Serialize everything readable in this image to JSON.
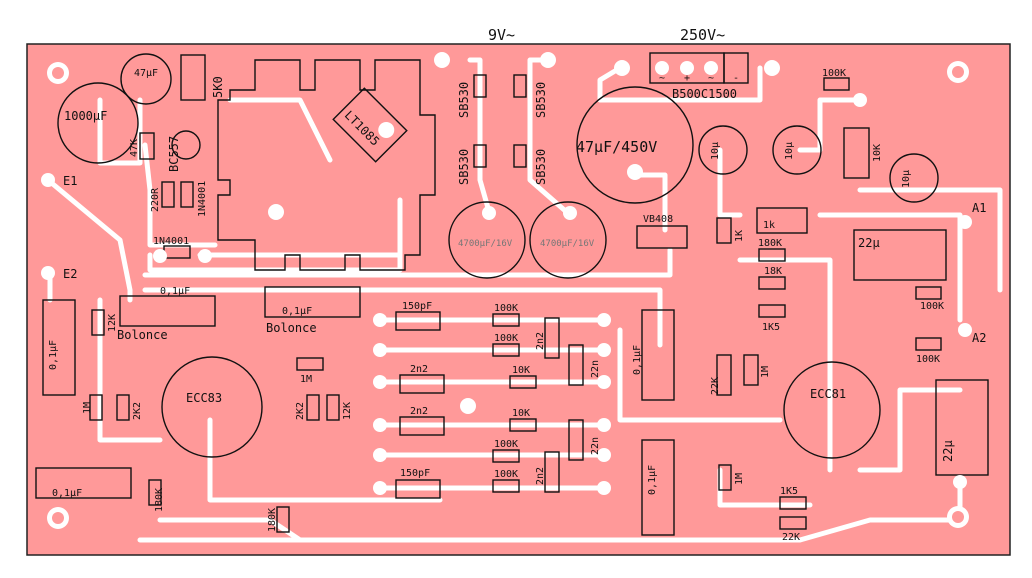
{
  "title_labels": {
    "supply_9v": "9V~",
    "supply_250v": "250V~"
  },
  "power": {
    "c47": "47µF",
    "trim": "5K0",
    "c1000": "1000µF",
    "r47k": "47K",
    "q_bc557": "BC557",
    "r220": "220R",
    "d1": "1N4001",
    "d2": "1N4001",
    "reg": "LT1085",
    "sb1": "SB530",
    "sb2": "SB530",
    "sb3": "SB530",
    "sb4": "SB530",
    "c4700a": "4700µF/16V",
    "c4700b": "4700µF/16V",
    "bridge": "B500C1500",
    "bridge_pins": [
      "~",
      "+",
      "~",
      "-"
    ],
    "c47_450": "47µF/450V",
    "bridge2": "VB408"
  },
  "hv": {
    "r100k_top": "100K",
    "c10a": "10µ",
    "c10b": "10µ",
    "c10c": "10µ",
    "r10k": "10K",
    "r1k_v": "1K",
    "r1k_h": "1k",
    "r180k": "180K",
    "r18k": "18K",
    "r1k5": "1K5",
    "a1": "A1",
    "a2": "A2",
    "c22_top": "22µ",
    "r100k_a1": "100K",
    "r100k_a2": "100K",
    "c22_bot": "22µ"
  },
  "preamp": {
    "e1": "E1",
    "e2": "E2",
    "c01_left": "0,1µF",
    "r12k_left": "12K",
    "c01_mid": "0,1µF",
    "bal1": "Bolonce",
    "c01_mid2": "0,1µF",
    "bal2": "Bolonce",
    "ecc83": "ECC83",
    "r1m_a": "1M",
    "r2k2_a": "2K2",
    "r1m_b": "1M",
    "r2k2_b": "2K2",
    "r12k_b": "12K",
    "c01_bot": "0,1µF",
    "r180k_a": "180K",
    "r180k_b": "180K"
  },
  "tone": {
    "c150_top": "150pF",
    "r100k_1": "100K",
    "r100k_2": "100K",
    "c2n2_1": "2n2",
    "c22n_1": "22n",
    "c2n2_2": "2n2",
    "r10k_1": "10K",
    "c2n2_3": "2n2",
    "r10k_2": "10K",
    "c22n_2": "22n",
    "r100k_3": "100K",
    "r100k_4": "100K",
    "c2n2_4": "2n2",
    "c150_bot": "150pF",
    "c01_a": "0,1µF",
    "c01_b": "0,1µF"
  },
  "output": {
    "ecc81": "ECC81",
    "r22k_a": "22K",
    "r1m_c": "1M",
    "r1m_d": "1M",
    "r1k5_b": "1K5",
    "r22k_b": "22K"
  }
}
